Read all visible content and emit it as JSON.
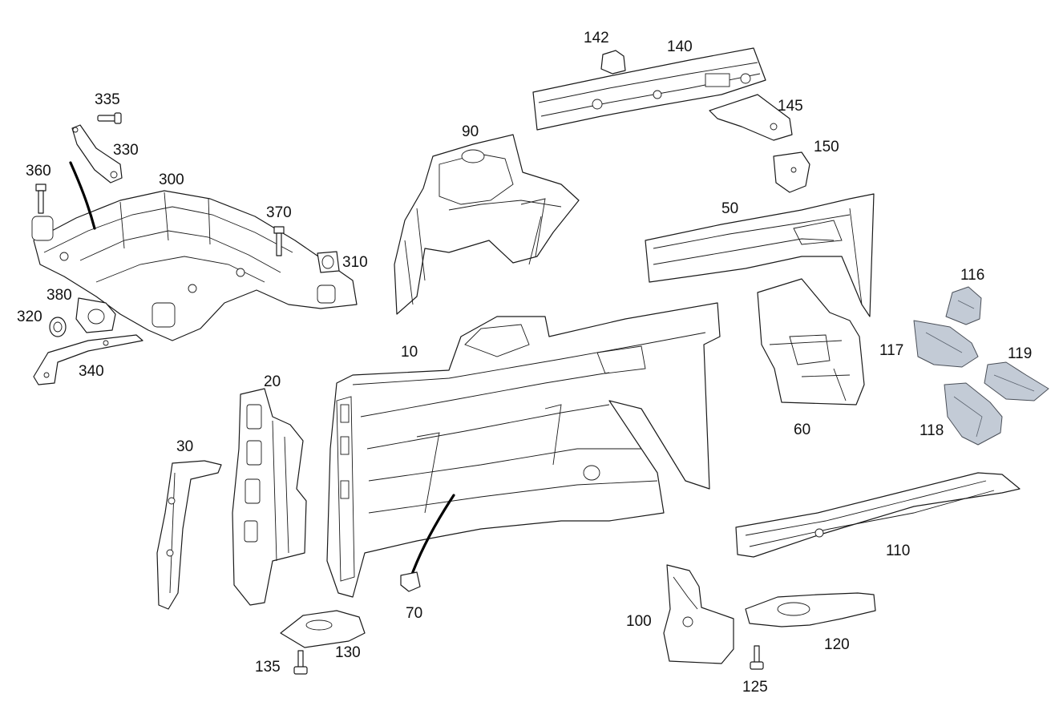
{
  "callouts": {
    "c10": "10",
    "c20": "20",
    "c30": "30",
    "c50": "50",
    "c60": "60",
    "c70": "70",
    "c90": "90",
    "c100": "100",
    "c110": "110",
    "c116": "116",
    "c117": "117",
    "c118": "118",
    "c119": "119",
    "c120": "120",
    "c125": "125",
    "c130": "130",
    "c135": "135",
    "c140": "140",
    "c142": "142",
    "c145": "145",
    "c150": "150",
    "c300": "300",
    "c310": "310",
    "c320": "320",
    "c330": "330",
    "c335": "335",
    "c340": "340",
    "c360": "360",
    "c370": "370",
    "c380": "380"
  },
  "colors": {
    "line": "#1a1a1a",
    "highlight_fill": "#c3cbd6",
    "background": "#ffffff"
  }
}
